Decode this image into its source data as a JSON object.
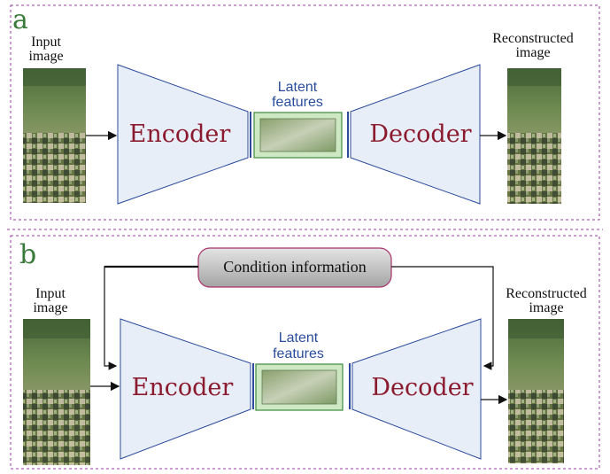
{
  "panels": [
    {
      "label": "a",
      "input_label": [
        "Input",
        "image"
      ],
      "output_label": [
        "Reconstructed",
        "image"
      ],
      "encoder": "Encoder",
      "decoder": "Decoder",
      "latent_label": [
        "Latent",
        "features"
      ]
    },
    {
      "label": "b",
      "input_label": [
        "Input",
        "image"
      ],
      "output_label": [
        "Reconstructed",
        "image"
      ],
      "encoder": "Encoder",
      "decoder": "Decoder",
      "latent_label": [
        "Latent",
        "features"
      ],
      "condition": "Condition information"
    }
  ],
  "colors": {
    "border": "#9b3aa0",
    "trapezoid_fill": "#e8eef8",
    "trapezoid_stroke": "#2b4a9b",
    "latent_fill": "#cfe8c4",
    "latent_stroke": "#3c8a3c"
  }
}
